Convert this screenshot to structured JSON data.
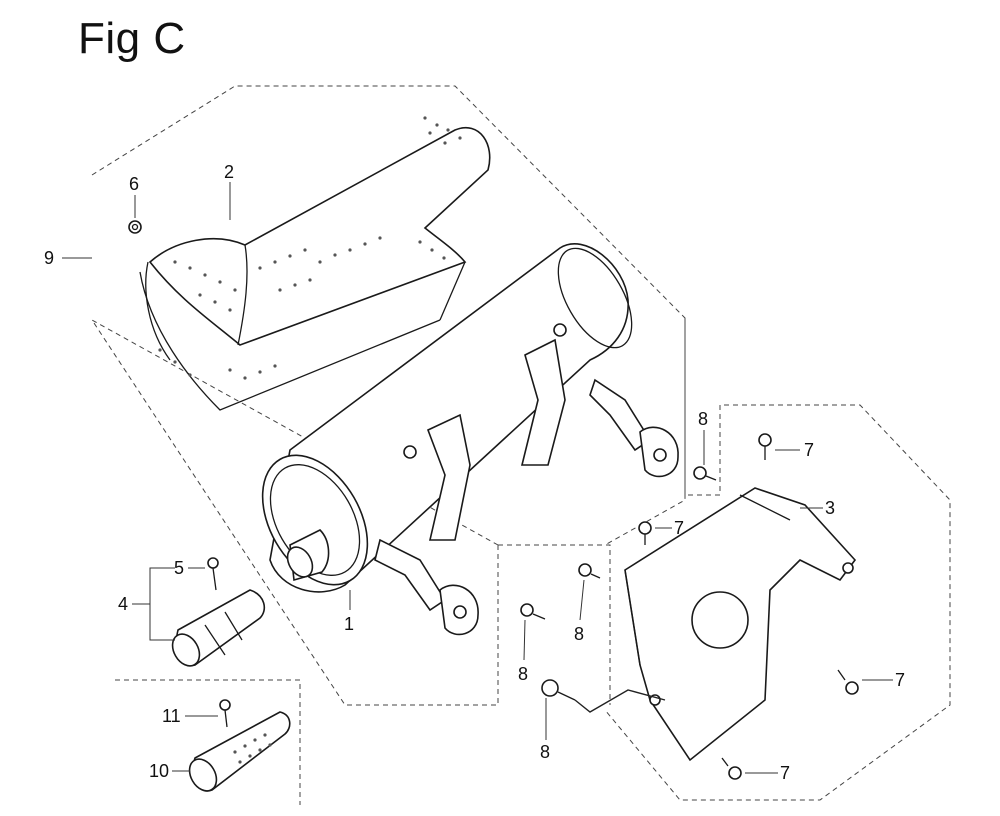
{
  "figure": {
    "title": "Fig C"
  },
  "callouts": {
    "c1": "1",
    "c2": "2",
    "c3": "3",
    "c4": "4",
    "c5": "5",
    "c6": "6",
    "c7a": "7",
    "c7b": "7",
    "c7c": "7",
    "c7d": "7",
    "c8a": "8",
    "c8b": "8",
    "c8c": "8",
    "c8d": "8",
    "c9": "9",
    "c10": "10",
    "c11": "11"
  }
}
